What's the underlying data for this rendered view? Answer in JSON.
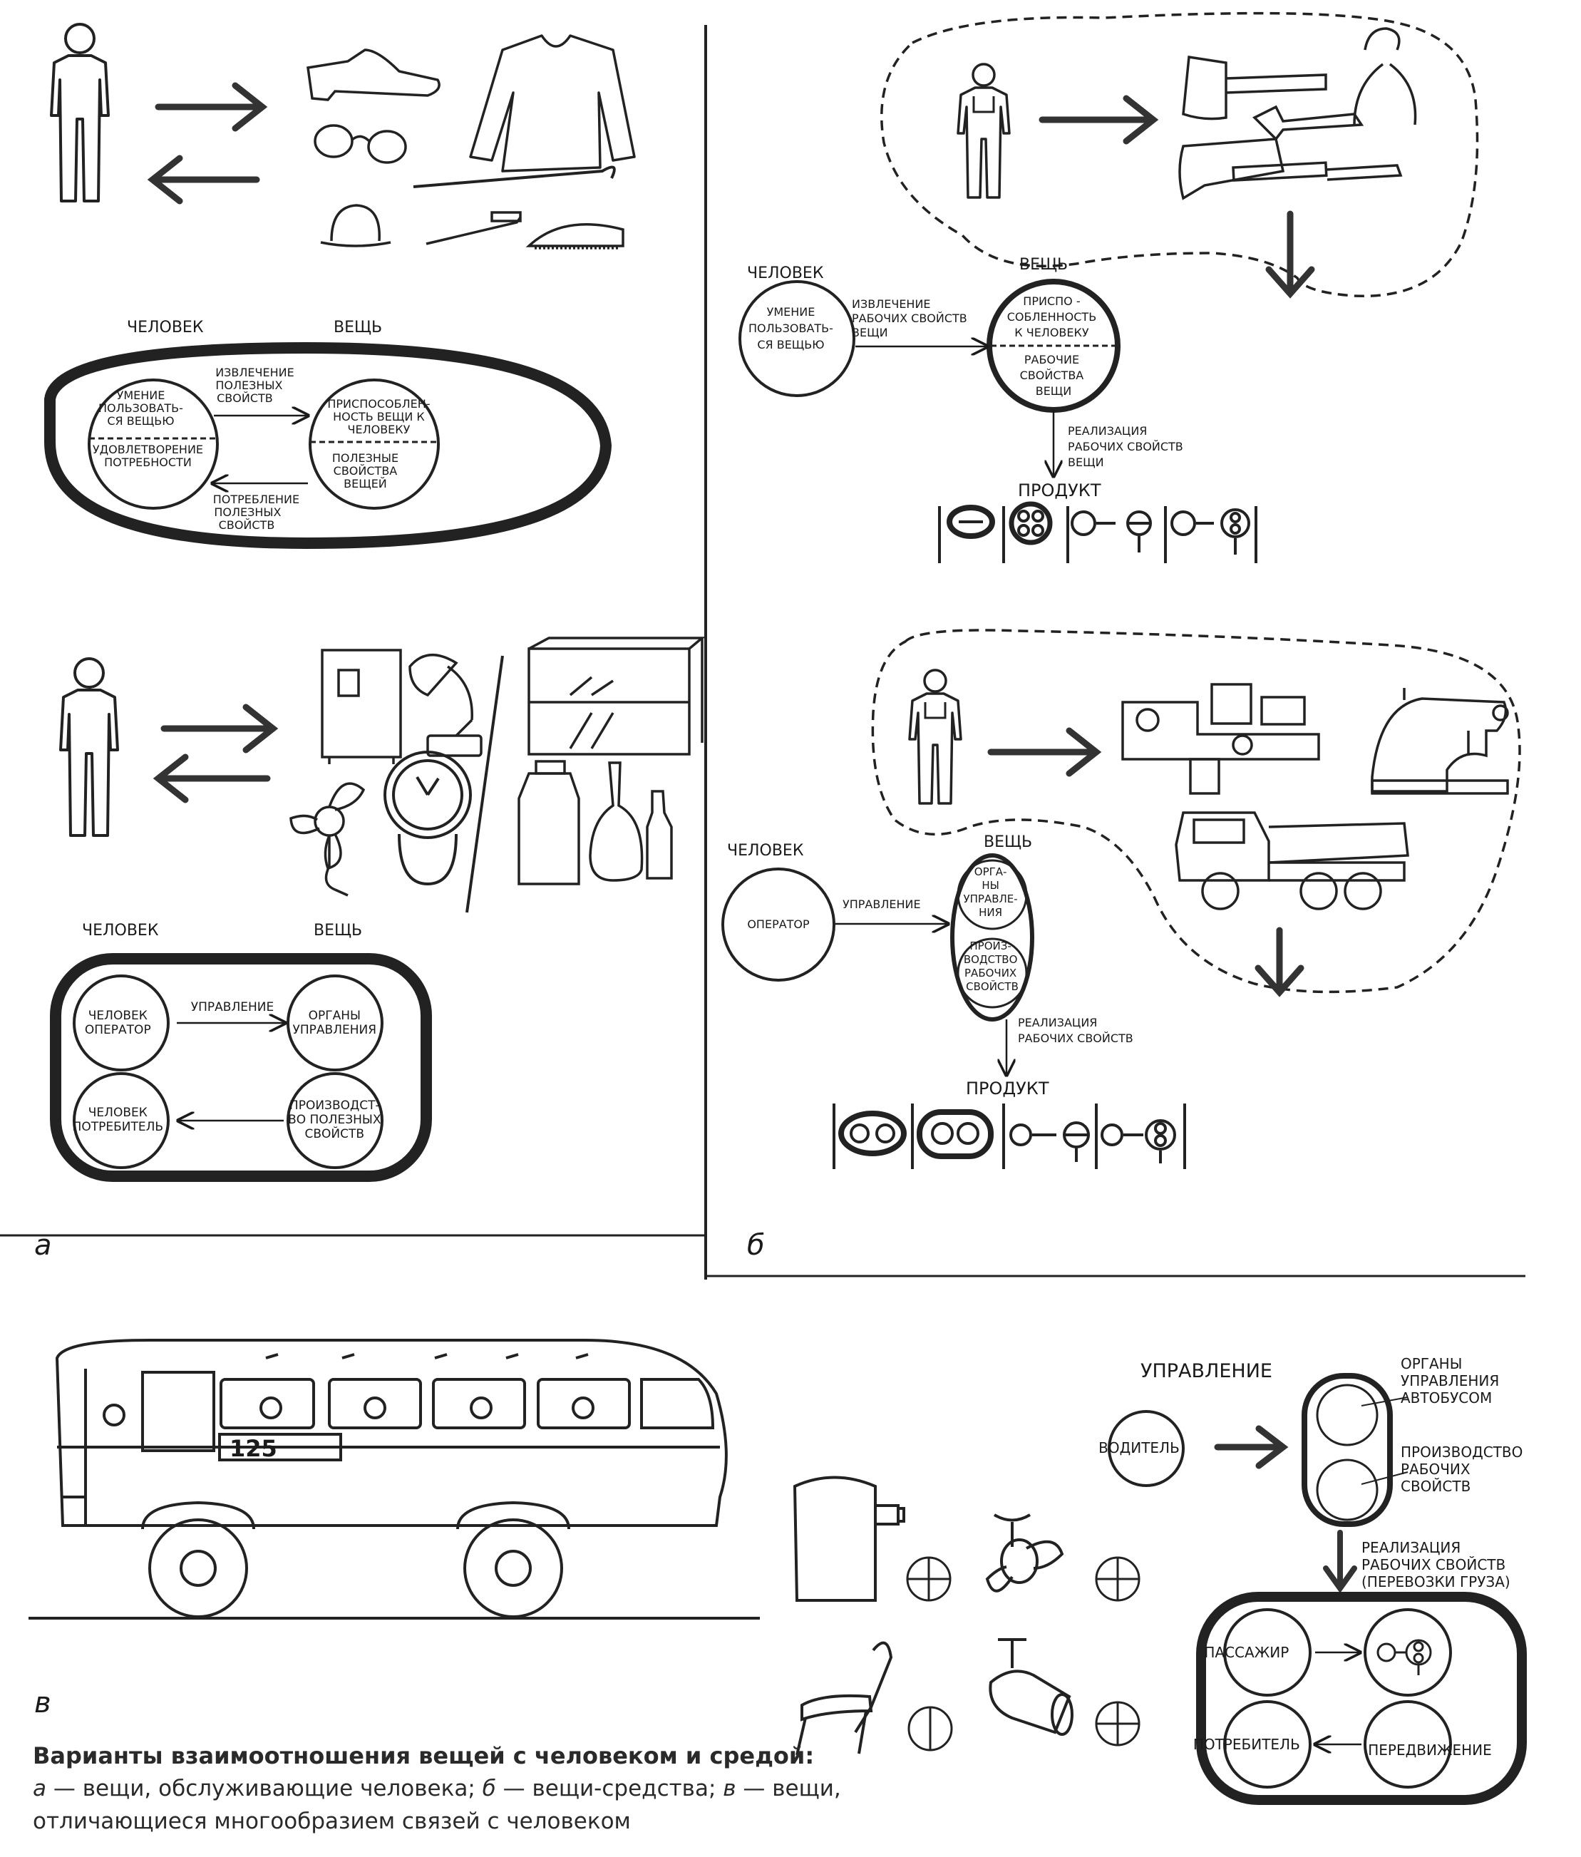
{
  "panels": {
    "a": {
      "letter": "а",
      "d1": {
        "human": "ЧЕЛОВЕК",
        "thing": "ВЕЩЬ",
        "left_top": [
          "УМЕНИЕ",
          "ПОЛЬЗОВАТЬ-",
          "СЯ ВЕЩЬЮ"
        ],
        "left_bottom": [
          "УДОВЛЕТВОРЕНИЕ",
          "ПОТРЕБНОСТИ"
        ],
        "right_top": [
          "ПРИСПОСОБЛЕН-",
          "НОСТЬ ВЕЩИ К",
          "ЧЕЛОВЕКУ"
        ],
        "right_bottom": [
          "ПОЛЕЗНЫЕ",
          "СВОЙСТВА",
          "ВЕЩЕЙ"
        ],
        "arrow_top": [
          "ИЗВЛЕЧЕНИЕ",
          "ПОЛЕЗНЫХ",
          "СВОЙСТВ"
        ],
        "arrow_bottom": [
          "ПОТРЕБЛЕНИЕ",
          "ПОЛЕЗНЫХ",
          "СВОЙСТВ"
        ]
      },
      "d2": {
        "human": "ЧЕЛОВЕК",
        "thing": "ВЕЩЬ",
        "operator": [
          "ЧЕЛОВЕК",
          "ОПЕРАТОР"
        ],
        "controls": [
          "ОРГАНЫ",
          "УПРАВЛЕНИЯ"
        ],
        "consumer": [
          "ЧЕЛОВЕК",
          "ПОТРЕБИТЕЛЬ"
        ],
        "production": [
          "ПРОИЗВОДСТ-",
          "ВО ПОЛЕЗНЫХ",
          "СВОЙСТВ"
        ],
        "arrow": "УПРАВЛЕНИЕ"
      }
    },
    "b": {
      "letter": "б",
      "d1": {
        "human": "ЧЕЛОВЕК",
        "thing": "ВЕЩЬ",
        "skill": [
          "УМЕНИЕ",
          "ПОЛЬЗОВАТЬ-",
          "СЯ ВЕЩЬЮ"
        ],
        "thing_top": [
          "ПРИСПО -",
          "СОБЛЕННОСТЬ",
          "К ЧЕЛОВЕКУ"
        ],
        "thing_bottom": [
          "РАБОЧИЕ",
          "СВОЙСТВА",
          "ВЕЩИ"
        ],
        "arrow": [
          "ИЗВЛЕЧЕНИЕ",
          "РАБОЧИХ СВОЙСТВ",
          "ВЕЩИ"
        ],
        "realization": [
          "РЕАЛИЗАЦИЯ",
          "РАБОЧИХ СВОЙСТВ",
          "ВЕЩИ"
        ],
        "product": "ПРОДУКТ"
      },
      "d2": {
        "human": "ЧЕЛОВЕК",
        "thing": "ВЕЩЬ",
        "operator": "ОПЕРАТОР",
        "arrow": "УПРАВЛЕНИЕ",
        "controls": [
          "ОРГА-",
          "НЫ",
          "УПРАВЛЕ-",
          "НИЯ"
        ],
        "production": [
          "ПРОИЗ-",
          "ВОДСТВО",
          "РАБОЧИХ",
          "СВОЙСТВ"
        ],
        "realization": [
          "РЕАЛИЗАЦИЯ",
          "РАБОЧИХ СВОЙСТВ"
        ],
        "product": "ПРОДУКТ"
      }
    },
    "c": {
      "letter": "в",
      "bus_number": "125",
      "heading": "УПРАВЛЕНИЕ",
      "driver": "ВОДИТЕЛЬ",
      "controls": [
        "ОРГАНЫ",
        "УПРАВЛЕНИЯ",
        "АВТОБУСОМ"
      ],
      "production": [
        "ПРОИЗВОДСТВО",
        "РАБОЧИХ",
        "СВОЙСТВ"
      ],
      "realization": [
        "РЕАЛИЗАЦИЯ",
        "РАБОЧИХ СВОЙСТВ",
        "(ПЕРЕВОЗКИ ГРУЗА)"
      ],
      "passenger": "ПАССАЖИР",
      "consumer": "ПОТРЕБИТЕЛЬ",
      "movement": "ПЕРЕДВИЖЕНИЕ"
    }
  },
  "caption": {
    "title": "Варианты взаимоотношения вещей с человеком и средой:",
    "a_key": "а",
    "a_text": " — вещи, обслуживающие человека; ",
    "b_key": "б",
    "b_text": " — вещи-средства; ",
    "c_key": "в",
    "c_text": " — вещи,",
    "line2": "отличающиеся многообразием связей с человеком"
  }
}
